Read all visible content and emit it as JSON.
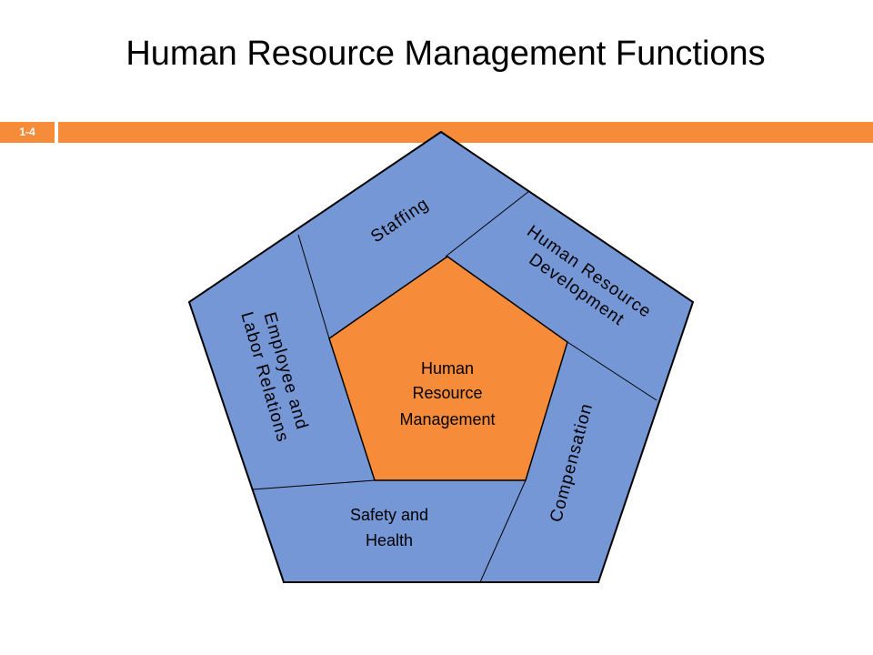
{
  "slide": {
    "title": "Human Resource Management Functions",
    "number": "1-4"
  },
  "colors": {
    "outer_fill": "#7597d6",
    "center_fill": "#f68b3a",
    "accent_bar": "#f68b3a",
    "outline": "#000000"
  },
  "diagram": {
    "center": {
      "line1": "Human",
      "line2": "Resource",
      "line3": "Management"
    },
    "segments": {
      "staffing": "Staffing",
      "hrd_line1": "Human Resource",
      "hrd_line2": "Development",
      "compensation": "Compensation",
      "safety_line1": "Safety and",
      "safety_line2": "Health",
      "employee_line1": "Employee and",
      "employee_line2": "Labor Relations"
    }
  }
}
